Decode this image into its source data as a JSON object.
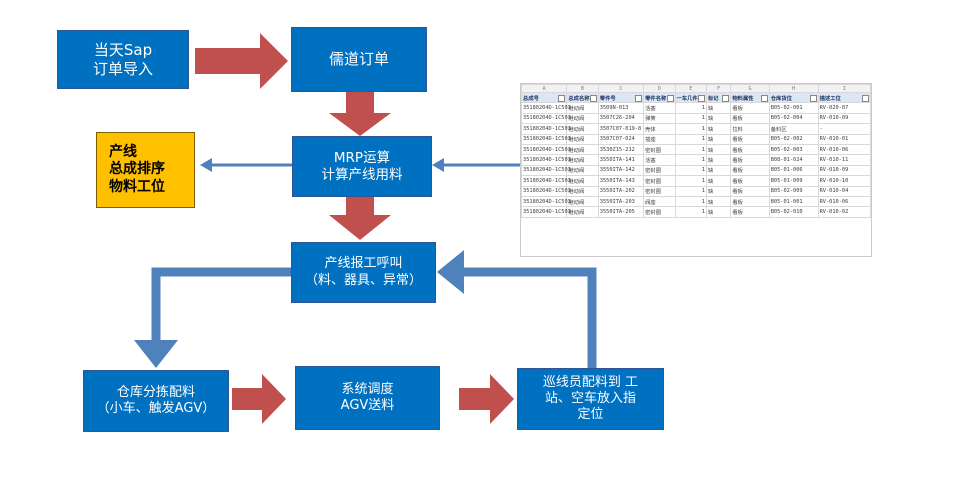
{
  "boxes": {
    "sap_import": "当天Sap\n订单导入",
    "confucius_order": "儒道订单",
    "mrp": "MRP运算\n计算产线用料",
    "line_output": "产线\n总成排序\n物料工位",
    "line_call": "产线报工呼叫\n（料、器具、异常）",
    "warehouse_pick": "仓库分拣配料\n（小车、触发AGV）",
    "agv_dispatch": "系统调度\nAGV送料",
    "patrol_deliver": "巡线员配料到 工\n站、空车放入指\n定位"
  },
  "colors": {
    "box_blue": "#0070c0",
    "box_yellow": "#ffc000",
    "arrow_red": "#c0504d",
    "arrow_blue": "#4f81bd"
  },
  "sheet": {
    "column_letters": [
      "A",
      "B",
      "C",
      "D",
      "E",
      "F",
      "G",
      "H",
      "I"
    ],
    "headers": [
      "总成号",
      "总成名称",
      "零件号",
      "零件名称",
      "一车几件",
      "标记",
      "物料属性",
      "仓库货位",
      "描述工位"
    ],
    "rows": [
      [
        "35180204D-1C503",
        "继动阀",
        "3509N-013",
        "活塞",
        "1",
        "缺",
        "看板",
        "B05-02-001",
        "RV-020-07"
      ],
      [
        "35180204D-1C503",
        "继动阀",
        "3507C26-204",
        "弹簧",
        "1",
        "缺",
        "看板",
        "B05-02-004",
        "RV-010-09"
      ],
      [
        "35180204D-1C503",
        "继动阀",
        "3507C07-019-8",
        "壳体",
        "1",
        "缺",
        "拉料",
        "备料区",
        "-"
      ],
      [
        "35180204D-1C503",
        "继动阀",
        "3507C07-024",
        "插座",
        "1",
        "缺",
        "看板",
        "B05-02-002",
        "RV-010-01"
      ],
      [
        "35180204D-1C503",
        "继动阀",
        "3530Z15-212",
        "密封圈",
        "1",
        "缺",
        "看板",
        "B05-02-003",
        "RV-010-06"
      ],
      [
        "35180204D-1C503",
        "继动阀",
        "3550ITA-141",
        "活塞",
        "1",
        "缺",
        "看板",
        "B08-01-024",
        "RV-010-11"
      ],
      [
        "35180204D-1C503",
        "继动阀",
        "3550ITA-142",
        "密封圈",
        "1",
        "缺",
        "看板",
        "B05-01-006",
        "RV-010-09"
      ],
      [
        "35180204D-1C503",
        "继动阀",
        "3550ITA-143",
        "密封圈",
        "1",
        "缺",
        "看板",
        "B05-01-009",
        "RV-010-10"
      ],
      [
        "35180204D-1C503",
        "继动阀",
        "3550ITA-202",
        "密封圈",
        "1",
        "缺",
        "看板",
        "B05-02-009",
        "RV-010-04"
      ],
      [
        "35180204D-1C503",
        "继动阀",
        "3550ITA-203",
        "阀座",
        "1",
        "缺",
        "看板",
        "B05-01-001",
        "RV-010-06"
      ],
      [
        "35180204D-1C503",
        "继动阀",
        "3550ITA-205",
        "密封圈",
        "1",
        "缺",
        "看板",
        "B05-02-010",
        "RV-010-02"
      ]
    ]
  }
}
